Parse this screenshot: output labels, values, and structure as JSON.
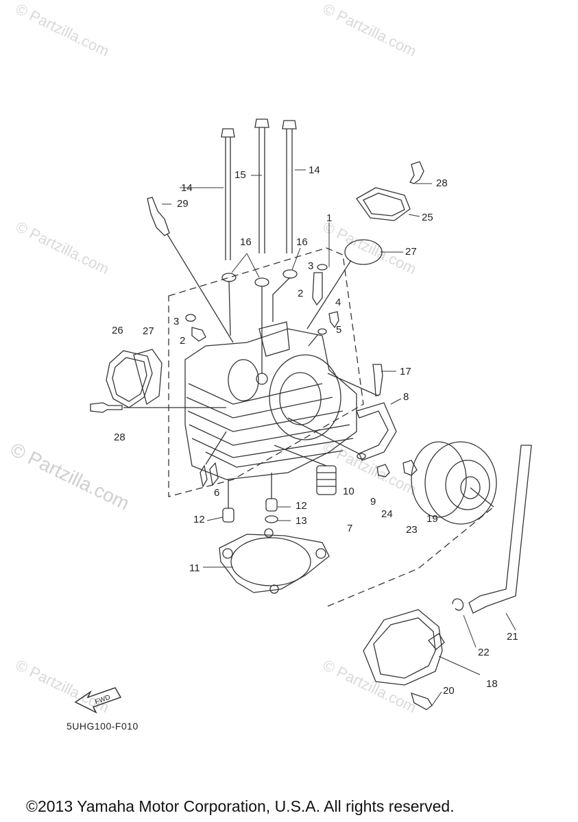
{
  "watermarks": {
    "small": "© Partzilla.com",
    "big": "© Partzilla.com"
  },
  "callouts": [
    "1",
    "2",
    "2",
    "3",
    "3",
    "4",
    "5",
    "6",
    "7",
    "8",
    "9",
    "10",
    "11",
    "12",
    "12",
    "13",
    "14",
    "14",
    "15",
    "16",
    "16",
    "17",
    "18",
    "19",
    "20",
    "21",
    "22",
    "23",
    "24",
    "25",
    "26",
    "27",
    "27",
    "28",
    "28",
    "29"
  ],
  "fwd_label": "FWD",
  "diagram_code": "5UHG100-F010",
  "copyright": "©2013 Yamaha Motor Corporation, U.S.A. All rights reserved."
}
